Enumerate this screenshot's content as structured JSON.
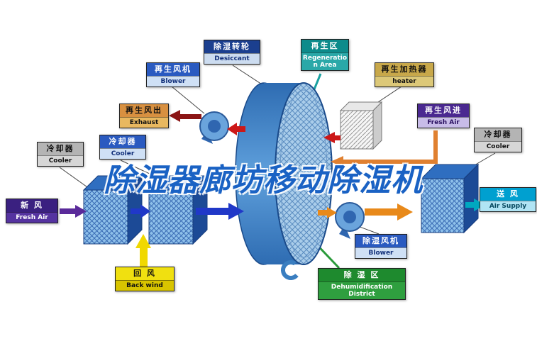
{
  "watermark": "除湿器廊坊移动除湿机",
  "labels": {
    "regen_blower": {
      "zh": "再生风机",
      "en": "Blower"
    },
    "exhaust": {
      "zh": "再生风出",
      "en": "Exhaust"
    },
    "desiccant": {
      "zh": "除湿转轮",
      "en": "Desiccant"
    },
    "regeneration_area": {
      "zh": "再生区",
      "en": "Regeneration Area"
    },
    "heater": {
      "zh": "再生加热器",
      "en": "heater"
    },
    "regen_fresh_air": {
      "zh": "再生风进",
      "en": "Fresh Air"
    },
    "cooler_right": {
      "zh": "冷却器",
      "en": "Cooler"
    },
    "air_supply": {
      "zh": "送 风",
      "en": "Air Supply"
    },
    "cooler_left_inner": {
      "zh": "冷却器",
      "en": "Cooler"
    },
    "cooler_left_outer": {
      "zh": "冷却器",
      "en": "Cooler"
    },
    "fresh_air_left": {
      "zh": "新 风",
      "en": "Fresh Air"
    },
    "back_wind": {
      "zh": "回 风",
      "en": "Back wind"
    },
    "dehumid_blower": {
      "zh": "除湿风机",
      "en": "Blower"
    },
    "dehumid_district": {
      "zh": "除 湿 区",
      "en": "Dehumidification District"
    }
  },
  "colors": {
    "watermark": "#1a62c4",
    "wheel_face": "#aacdea",
    "wheel_body": "#4688cc",
    "arrow_red": "#cc1818",
    "arrow_maroon": "#8b1515",
    "arrow_orange": "#e8891a",
    "arrow_blue": "#2038c8",
    "arrow_purple": "#5a2a9a",
    "arrow_yellow": "#f0d800",
    "arrow_teal": "#00a8c0",
    "leader_green": "#2a9a3a",
    "leader_teal": "#18a0a0"
  }
}
